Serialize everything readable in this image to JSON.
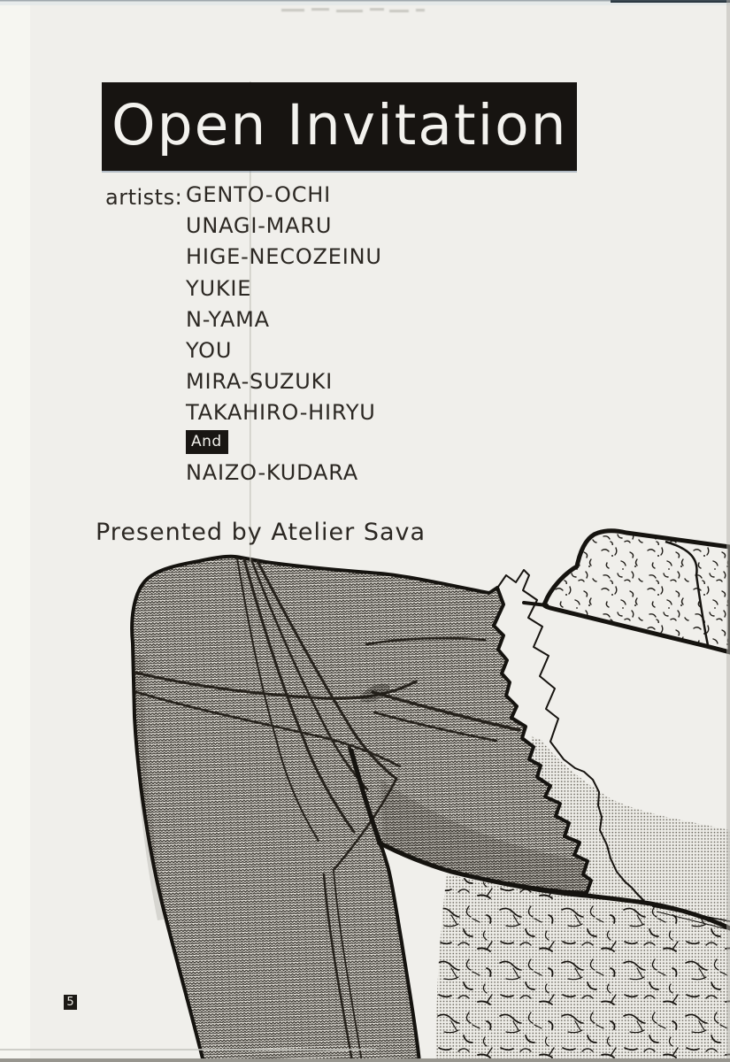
{
  "banner": {
    "title": "Open Invitation"
  },
  "credits": {
    "label": "artists:",
    "artists": [
      "GENTO-OCHI",
      "UNAGI-MARU",
      "HIGE-NECOZEINU",
      "YUKIE",
      "N-YAMA",
      "YOU",
      "MIRA-SUZUKI",
      "TAKAHIRO-HIRYU"
    ],
    "and_label": "And",
    "final_artist": "NAIZO-KUDARA"
  },
  "footer": {
    "presented_by": "Presented by Atelier Sava",
    "page_number": "5"
  },
  "colors": {
    "paper": "#f0efeb",
    "ink": "#2c2823",
    "banner_background": "#171411",
    "banner_text": "#f3f2ee",
    "illustration_ink": "#16130f"
  }
}
